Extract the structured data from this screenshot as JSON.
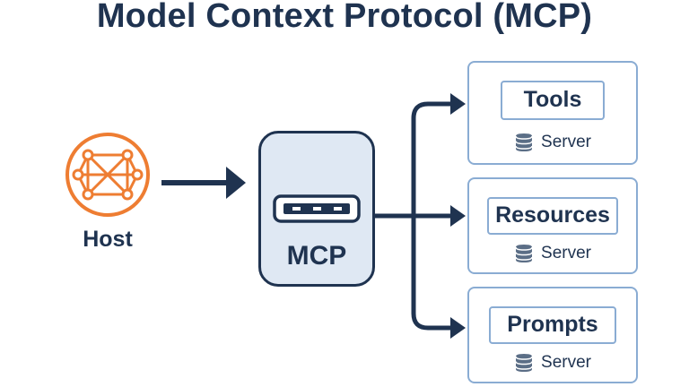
{
  "title": "Model Context Protocol (MCP)",
  "host": {
    "label": "Host",
    "icon": "network-node-icon",
    "color": "#ee7d32"
  },
  "mcp": {
    "label": "MCP",
    "icon": "connector-plug-icon"
  },
  "servers": [
    {
      "title": "Tools",
      "server_label": "Server",
      "icon": "database-icon"
    },
    {
      "title": "Resources",
      "server_label": "Server",
      "icon": "database-icon"
    },
    {
      "title": "Prompts",
      "server_label": "Server",
      "icon": "database-icon"
    }
  ],
  "colors": {
    "primary": "#1f3350",
    "accent": "#ee7d32",
    "mcp_fill": "#dfe8f3",
    "card_border": "#8aacd3"
  }
}
